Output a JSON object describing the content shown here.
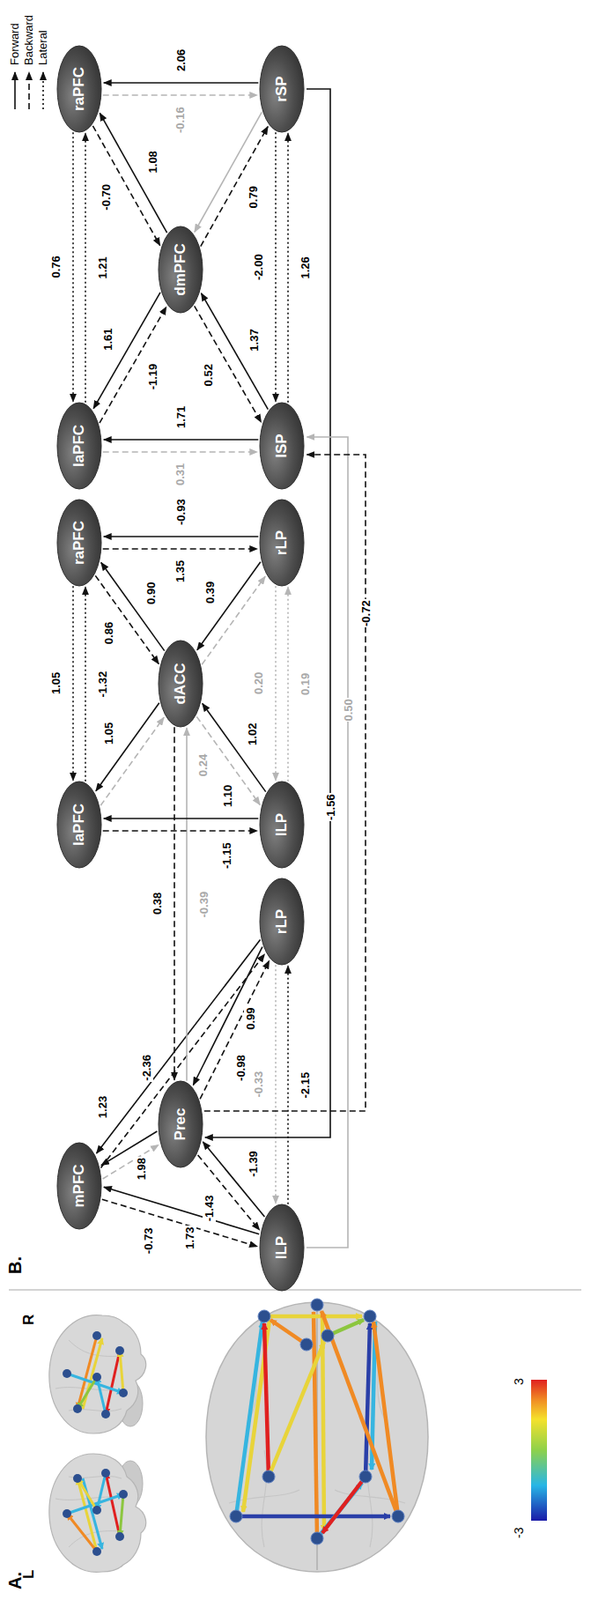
{
  "diagram": {
    "nodes": [
      {
        "text": [
          "mPFC"
        ]
      },
      {
        "text": [
          "Prec"
        ]
      },
      {
        "text": [
          "lLP"
        ]
      },
      {
        "text": [
          "rLP"
        ]
      },
      {
        "text": [
          "laPFC"
        ]
      },
      {
        "text": [
          "raPFC"
        ]
      },
      {
        "text": [
          "dACC"
        ]
      },
      {
        "text": [
          "lLP"
        ]
      },
      {
        "text": [
          "rLP"
        ]
      },
      {
        "text": [
          "laPFC"
        ]
      },
      {
        "text": [
          "raPFC"
        ]
      },
      {
        "text": [
          "dmPFC"
        ]
      },
      {
        "text": [
          "lSP"
        ]
      },
      {
        "text": [
          "rSP"
        ]
      }
    ],
    "edges": [
      {
        "from": 3,
        "to": 0,
        "arrow": "to",
        "label": "1.23"
      },
      {
        "from": 0,
        "to": 3,
        "arrow": "to",
        "label": "-2.36"
      },
      {
        "from": 1,
        "to": 0,
        "arrow": "to",
        "label": "1.98"
      },
      {
        "from": 0,
        "to": 1,
        "arrow": "to"
      },
      {
        "from": 2,
        "to": 0,
        "arrow": "to",
        "label": "1.73"
      },
      {
        "from": 0,
        "to": 2,
        "arrow": "to",
        "label": "-0.73"
      },
      {
        "from": 2,
        "to": 1,
        "arrow": "to",
        "label": "-1.39"
      },
      {
        "from": 1,
        "to": 2,
        "arrow": "to",
        "label": "-1.43"
      },
      {
        "from": 3,
        "to": 1,
        "arrow": "to",
        "label": "0.99"
      },
      {
        "from": 1,
        "to": 3,
        "arrow": "to",
        "label": "-0.98"
      },
      {
        "from": 2,
        "to": 3,
        "arrow": "to",
        "label": "-2.15"
      },
      {
        "from": 3,
        "to": 2,
        "arrow": "to",
        "label": "-0.33"
      },
      {
        "from": 1,
        "to": 6,
        "arrow": "to",
        "label": "-0.39"
      },
      {
        "from": 6,
        "to": 1,
        "arrow": "to",
        "label": "0.38"
      },
      {
        "from": 7,
        "to": 4,
        "arrow": "to",
        "label": "1.10"
      },
      {
        "from": 4,
        "to": 7,
        "arrow": "to",
        "label": "-1.15"
      },
      {
        "from": 6,
        "to": 4,
        "arrow": "to",
        "label": "1.05"
      },
      {
        "from": 4,
        "to": 6,
        "arrow": "to"
      },
      {
        "from": 4,
        "to": 5,
        "arrow": "to",
        "label": "-1.32"
      },
      {
        "from": 5,
        "to": 4,
        "arrow": "to",
        "label": "1.05"
      },
      {
        "from": 6,
        "to": 5,
        "arrow": "to",
        "label": "0.90"
      },
      {
        "from": 5,
        "to": 6,
        "arrow": "to",
        "label": "0.86"
      },
      {
        "from": 7,
        "to": 6,
        "arrow": "to",
        "label": "1.02"
      },
      {
        "from": 6,
        "to": 7,
        "arrow": "to",
        "label": "0.24"
      },
      {
        "from": 8,
        "to": 6,
        "arrow": "to",
        "label": "0.39"
      },
      {
        "from": 6,
        "to": 8,
        "arrow": "to"
      },
      {
        "from": 7,
        "to": 8,
        "arrow": "to",
        "label": "0.19"
      },
      {
        "from": 8,
        "to": 7,
        "arrow": "to",
        "label": "0.20"
      },
      {
        "from": 8,
        "to": 5,
        "arrow": "to",
        "label": "-0.93"
      },
      {
        "from": 5,
        "to": 8,
        "arrow": "to",
        "label": "1.35"
      },
      {
        "from": 12,
        "to": 9,
        "arrow": "to",
        "label": "1.71"
      },
      {
        "from": 9,
        "to": 12,
        "arrow": "to",
        "label": "0.31"
      },
      {
        "from": 11,
        "to": 9,
        "arrow": "to",
        "label": "1.61"
      },
      {
        "from": 9,
        "to": 11,
        "arrow": "to",
        "label": "-1.19"
      },
      {
        "from": 9,
        "to": 10,
        "arrow": "to",
        "label": "1.21"
      },
      {
        "from": 10,
        "to": 9,
        "arrow": "to",
        "label": "0.76"
      },
      {
        "from": 11,
        "to": 10,
        "arrow": "to",
        "label": "1.08"
      },
      {
        "from": 10,
        "to": 11,
        "arrow": "to",
        "label": "-0.70"
      },
      {
        "from": 13,
        "to": 10,
        "arrow": "to",
        "label": "2.06"
      },
      {
        "from": 10,
        "to": 13,
        "arrow": "to",
        "label": "-0.16"
      },
      {
        "from": 12,
        "to": 11,
        "arrow": "to",
        "label": "1.37"
      },
      {
        "from": 11,
        "to": 12,
        "arrow": "to",
        "label": "0.52"
      },
      {
        "from": 13,
        "to": 11,
        "arrow": "to"
      },
      {
        "from": 11,
        "to": 13,
        "arrow": "to",
        "label": "0.79"
      },
      {
        "from": 12,
        "to": 13,
        "arrow": "to",
        "label": "1.26"
      },
      {
        "from": 13,
        "to": 12,
        "arrow": "to",
        "label": "-2.00"
      },
      {
        "from": 13,
        "to": 1,
        "arrow": "to",
        "label": "-1.56"
      },
      {
        "from": 2,
        "to": 12,
        "arrow": "to",
        "label": "0.50"
      },
      {
        "from": 1,
        "to": 12,
        "arrow": "to",
        "label": "-0.72"
      }
    ],
    "labels": [
      "A.",
      "L",
      "R",
      "3",
      "-3",
      "B."
    ],
    "legend": [
      {
        "text": "Forward"
      },
      {
        "text": "Backward"
      },
      {
        "text": "Lateral"
      }
    ]
  }
}
